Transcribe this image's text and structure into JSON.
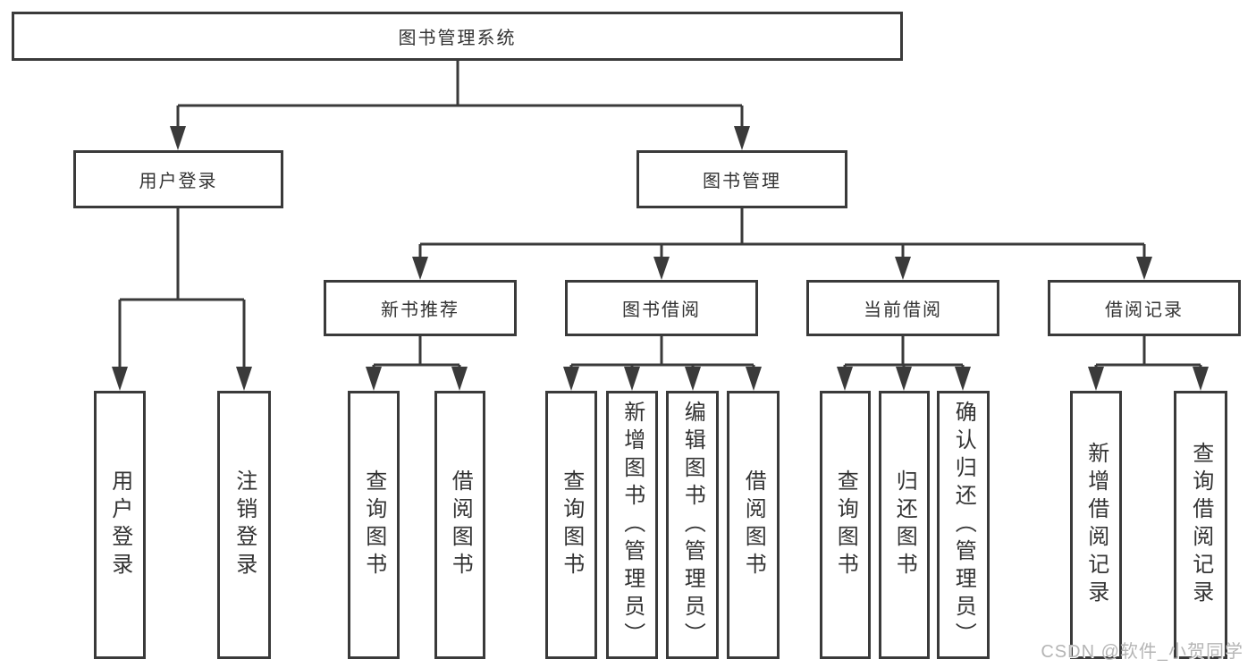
{
  "diagram": {
    "root": {
      "label": "图书管理系统"
    },
    "level2": [
      {
        "id": "user-login",
        "label": "用户登录"
      },
      {
        "id": "book-management",
        "label": "图书管理"
      }
    ],
    "level3": [
      {
        "id": "new-book-recommendation",
        "label": "新书推荐",
        "parent": "图书管理"
      },
      {
        "id": "book-borrowing",
        "label": "图书借阅",
        "parent": "图书管理"
      },
      {
        "id": "current-borrowing",
        "label": "当前借阅",
        "parent": "图书管理"
      },
      {
        "id": "borrowing-records",
        "label": "借阅记录",
        "parent": "图书管理"
      }
    ],
    "leaves": [
      {
        "label": "用户登录",
        "parent": "用户登录"
      },
      {
        "label": "注销登录",
        "parent": "用户登录"
      },
      {
        "label": "查询图书",
        "parent": "新书推荐"
      },
      {
        "label": "借阅图书",
        "parent": "新书推荐"
      },
      {
        "label": "查询图书",
        "parent": "图书借阅"
      },
      {
        "label": "新增图书（管理员）",
        "parent": "图书借阅"
      },
      {
        "label": "编辑图书（管理员）",
        "parent": "图书借阅"
      },
      {
        "label": "借阅图书",
        "parent": "图书借阅"
      },
      {
        "label": "查询图书",
        "parent": "当前借阅"
      },
      {
        "label": "归还图书",
        "parent": "当前借阅"
      },
      {
        "label": "确认归还（管理员）",
        "parent": "当前借阅"
      },
      {
        "label": "新增借阅记录",
        "parent": "借阅记录"
      },
      {
        "label": "查询借阅记录",
        "parent": "借阅记录"
      }
    ]
  },
  "watermark": {
    "text": "CSDN @软件_小贺同学"
  },
  "colors": {
    "line": "#3a3a3a",
    "text": "#333333",
    "watermark": "#b5b5b5",
    "background": "#ffffff"
  }
}
